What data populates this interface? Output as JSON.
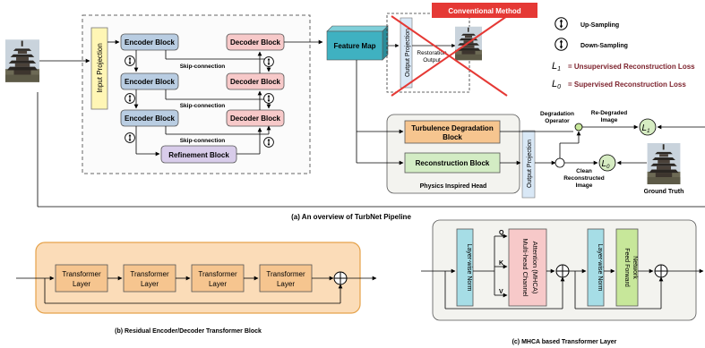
{
  "colors": {
    "encoder": "#b9cde2",
    "decoder": "#f7c9c9",
    "refinement": "#d8ccea",
    "turbulence": "#f6c58f",
    "reconstruction": "#d3ecc4",
    "projection": "#d9e8f6",
    "layernorm": "#a6dde6",
    "mhca": "#f7c9c9",
    "ffn": "#c7e79a",
    "panel_yellow": "#fff6d2",
    "panel_orange": "#fbdcb8",
    "panel_gray": "#f3f3ef",
    "featuremap": "#3fb1c1",
    "accent_red": "#e53935",
    "loss_circle": "#d6ecc2"
  },
  "diagram_a": {
    "input_projection": "Input Projection",
    "encoder_blocks": [
      "Encoder Block",
      "Encoder Block",
      "Encoder Block"
    ],
    "decoder_blocks": [
      "Decoder Block",
      "Decoder Block",
      "Decoder Block"
    ],
    "skip_labels": [
      "Skip-connection",
      "Skip-connection",
      "Skip-connection"
    ],
    "refinement_block": "Refinement Block",
    "feature_map": "Feature Map",
    "conventional_method": "Conventional Method",
    "output_projection_top": "Output Projection",
    "restoration_output": [
      "Restoration",
      "Output"
    ],
    "legend": {
      "up_sampling": "Up-Sampling",
      "down_sampling": "Down-Sampling",
      "l1_symbol": "L",
      "l1_sub": "1",
      "l1_text": "Unsupervised Reconstruction Loss",
      "l0_symbol": "L",
      "l0_sub": "0",
      "l0_text": "Supervised Reconstruction Loss"
    },
    "turbulence_block": [
      "Turbulence Degradation",
      "Block"
    ],
    "reconstruction_block": "Reconstruction Block",
    "physics_head": "Physics Inspired Head",
    "output_projection_bottom": "Output Projection",
    "degradation_operator": [
      "Degradation",
      "Operator"
    ],
    "re_degraded_image": [
      "Re-Degraded",
      "Image"
    ],
    "clean_reconstructed": [
      "Clean",
      "Reconstructed",
      "Image"
    ],
    "loss_l1": "L",
    "loss_l1_sub": "1",
    "loss_l0": "L",
    "loss_l0_sub": "0",
    "ground_truth": "Ground Truth",
    "caption": "(a) An overview of TurbNet Pipeline"
  },
  "diagram_b": {
    "layers": [
      "Transformer Layer",
      "Transformer Layer",
      "Transformer Layer",
      "Transformer Layer"
    ],
    "layer_line1": "Transformer",
    "layer_line2": "Layer",
    "caption": "(b) Residual Encoder/Decoder Transformer Block"
  },
  "diagram_c": {
    "layer_norm_1": "Layer-wise Norm",
    "mhca": [
      "Multi-head Channel",
      "Attention (MHCA)"
    ],
    "q": "Q",
    "k": "K",
    "v": "V",
    "layer_norm_2": "Layer-wise Norm",
    "ffn": [
      "Feed Forward",
      "Network"
    ],
    "caption": "(c) MHCA based Transformer Layer"
  }
}
